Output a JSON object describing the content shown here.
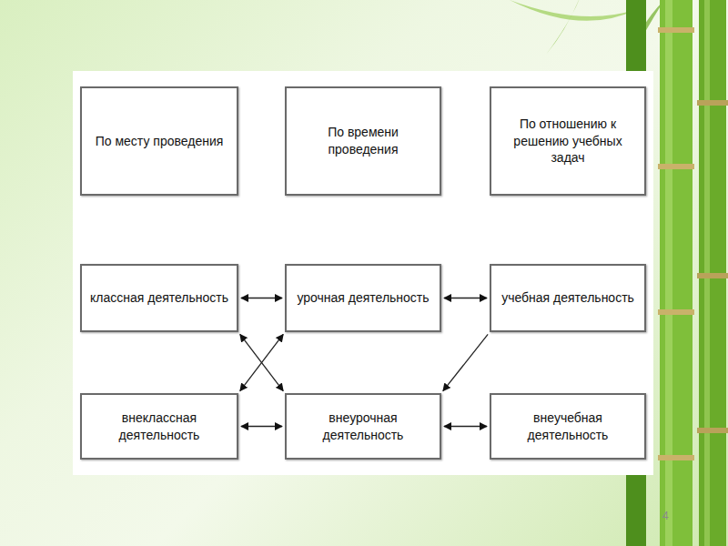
{
  "diagram": {
    "nodes": [
      {
        "text": [
          "По месту проведения"
        ]
      },
      {
        "text": [
          "По времени проведения"
        ]
      },
      {
        "text": [
          "По отношению к решению учебных задач"
        ]
      },
      {
        "text": [
          "классная деятельность"
        ]
      },
      {
        "text": [
          "урочная деятельность"
        ]
      },
      {
        "text": [
          "учебная деятельность"
        ]
      },
      {
        "text": [
          "внеклассная деятельность"
        ]
      },
      {
        "text": [
          "внеурочная деятельность"
        ]
      },
      {
        "text": [
          "внеучебная деятельность"
        ]
      }
    ],
    "edges": [
      {
        "from": 3,
        "to": 4,
        "arrow": "both"
      },
      {
        "from": 4,
        "to": 5,
        "arrow": "both"
      },
      {
        "from": 3,
        "to": 7,
        "arrow": "both"
      },
      {
        "from": 6,
        "to": 4,
        "arrow": "both"
      },
      {
        "from": 5,
        "to": 7,
        "arrow": "to"
      },
      {
        "from": 6,
        "to": 7,
        "arrow": "both"
      },
      {
        "from": 7,
        "to": 8,
        "arrow": "both"
      }
    ],
    "labels": [
      "4"
    ]
  }
}
